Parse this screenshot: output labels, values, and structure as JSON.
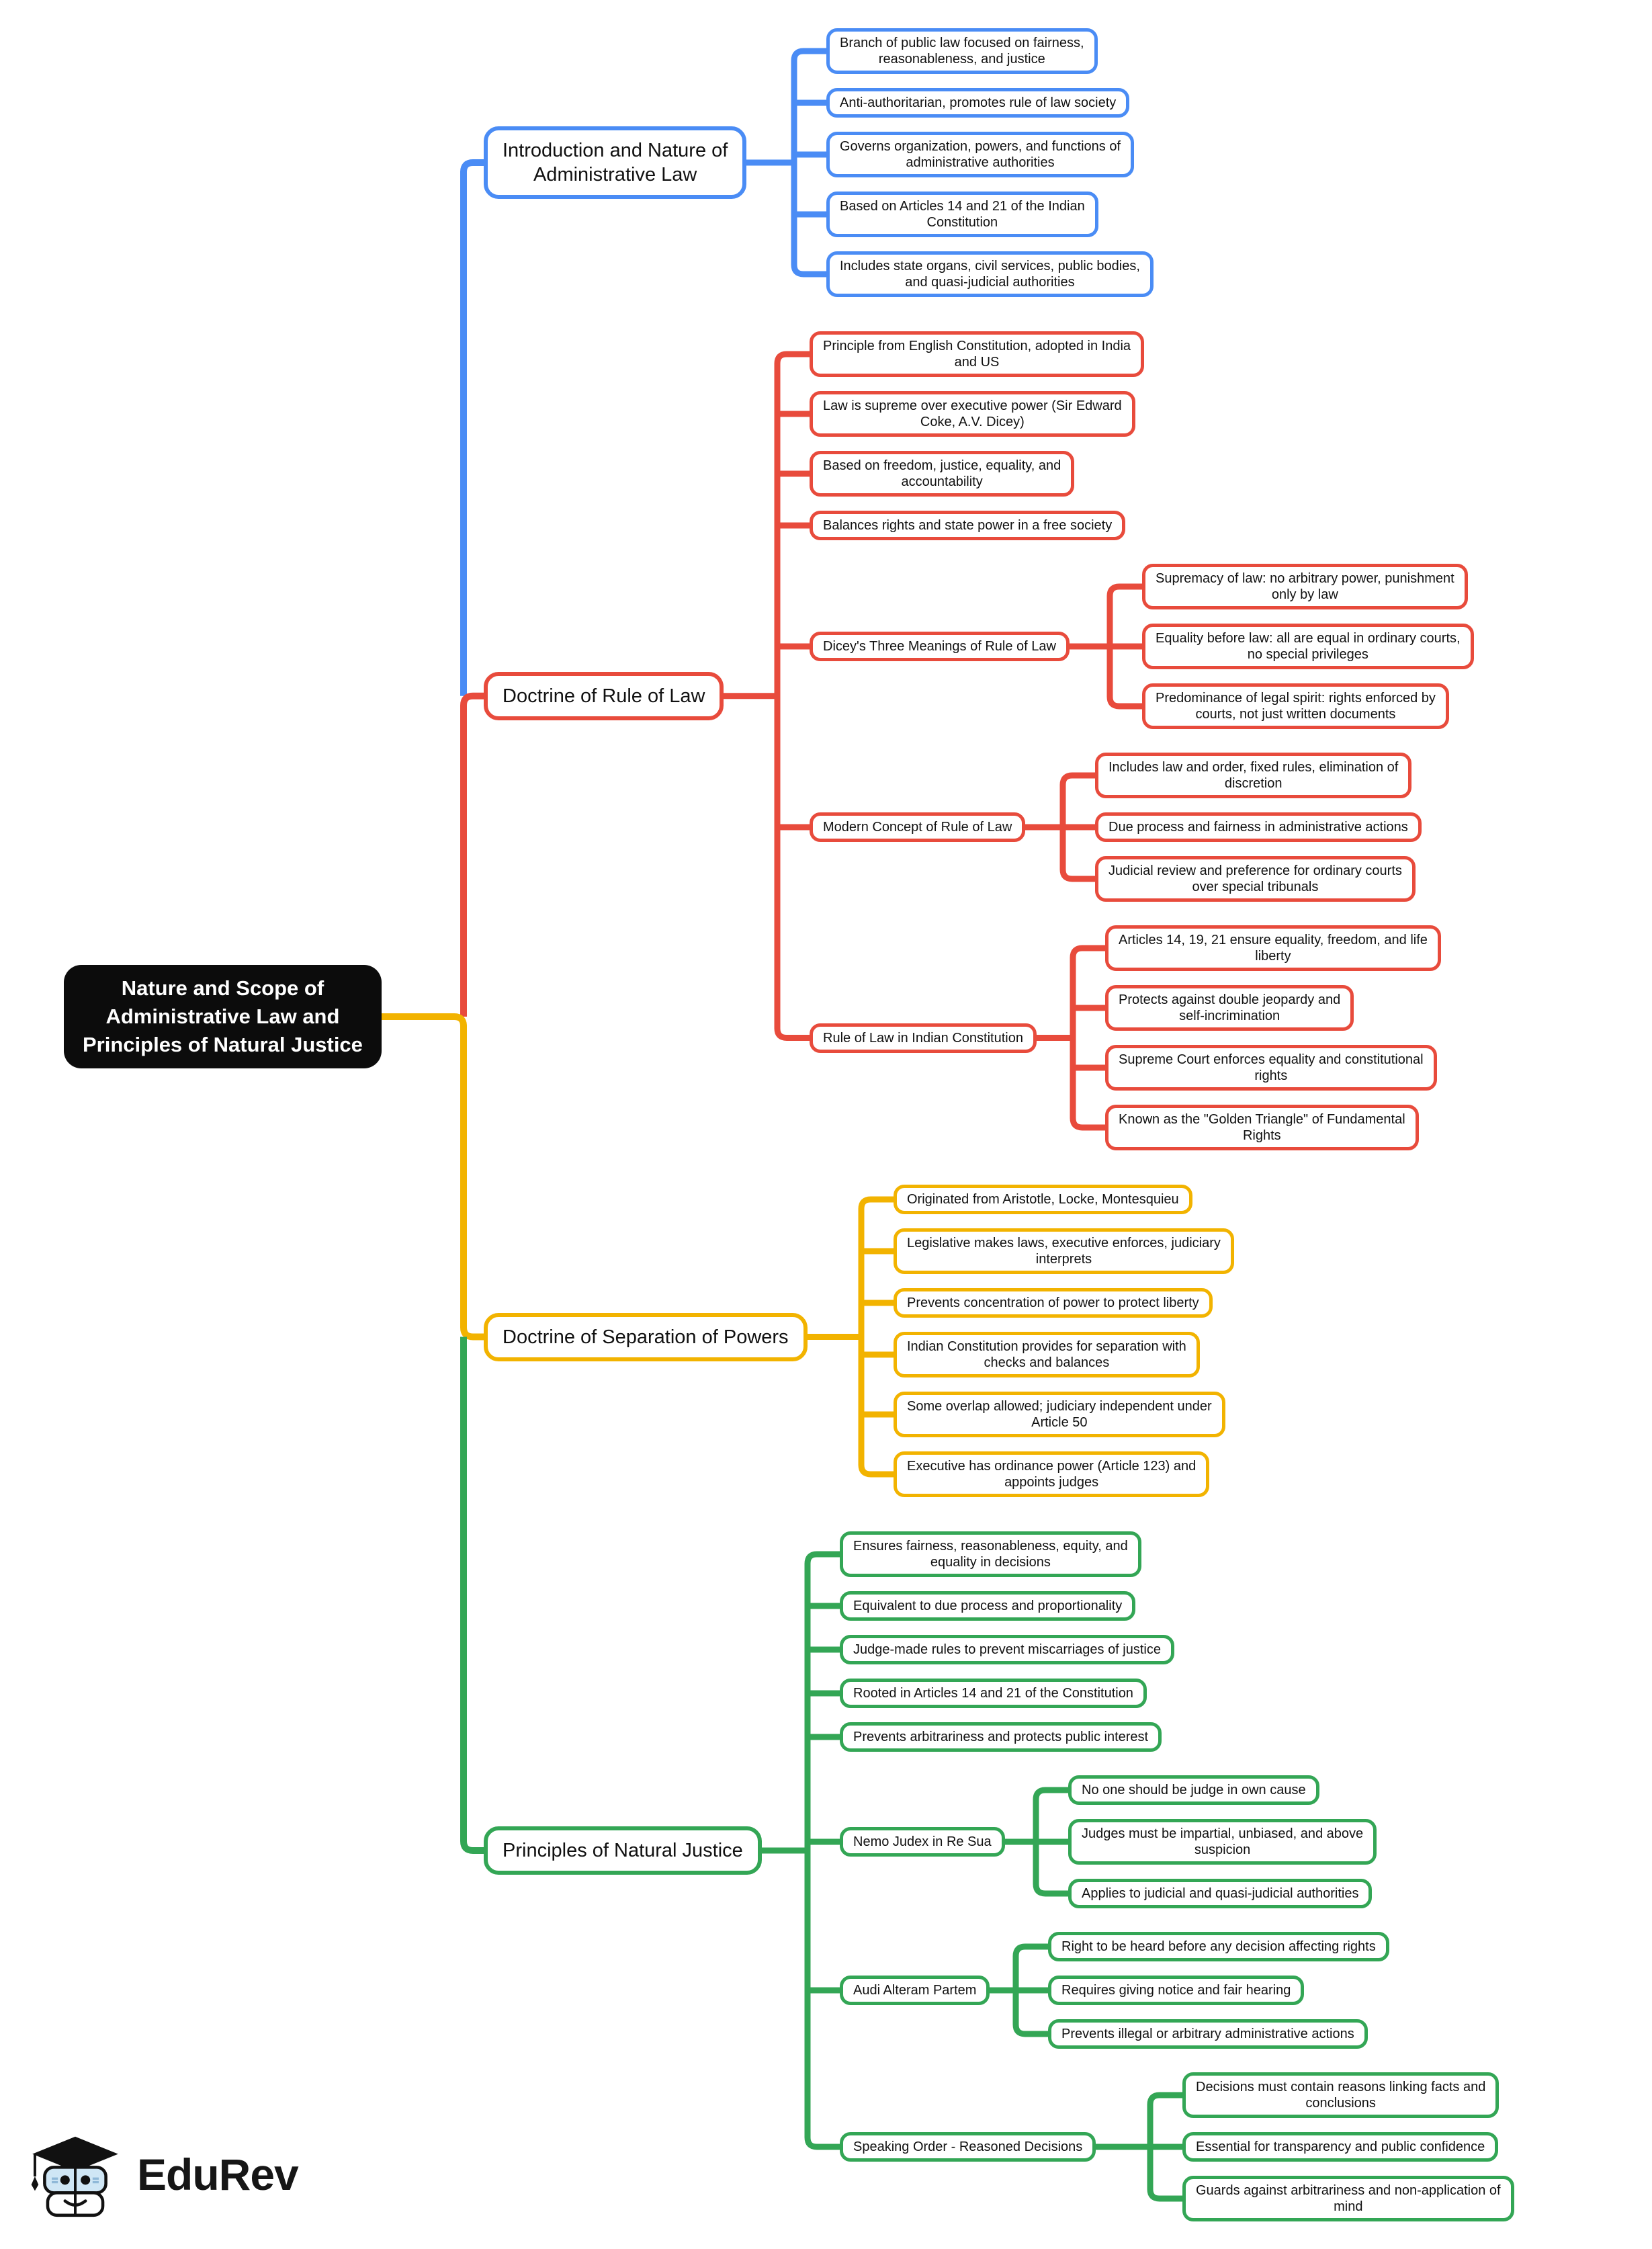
{
  "page": {
    "background": "#ffffff"
  },
  "logo": {
    "brand": "EduRev"
  },
  "mindmap": {
    "root": {
      "text": "Nature and Scope of\nAdministrative Law and\nPrinciples of Natural Justice",
      "bg": "#0c0c0c",
      "text_color": "#ffffff"
    },
    "branches": [
      {
        "label": "Introduction and Nature of\nAdministrative Law",
        "color": "#4a8cf5",
        "children": [
          {
            "text": "Branch of public law focused on fairness,\nreasonableness, and justice"
          },
          {
            "text": "Anti-authoritarian, promotes rule of law society"
          },
          {
            "text": "Governs organization, powers, and functions of\nadministrative authorities"
          },
          {
            "text": "Based on Articles 14 and 21 of the Indian\nConstitution"
          },
          {
            "text": "Includes state organs, civil services, public bodies,\nand quasi-judicial authorities"
          }
        ]
      },
      {
        "label": "Doctrine of Rule of Law",
        "color": "#e84b3c",
        "children": [
          {
            "text": "Principle from English Constitution, adopted in India\nand US"
          },
          {
            "text": "Law is supreme over executive power (Sir Edward\nCoke, A.V. Dicey)"
          },
          {
            "text": "Based on freedom, justice, equality, and\naccountability"
          },
          {
            "text": "Balances rights and state power in a free society"
          },
          {
            "text": "Dicey's Three Meanings of Rule of Law",
            "children": [
              {
                "text": "Supremacy of law: no arbitrary power, punishment\nonly by law"
              },
              {
                "text": "Equality before law: all are equal in ordinary courts,\nno special privileges"
              },
              {
                "text": "Predominance of legal spirit: rights enforced by\ncourts, not just written documents"
              }
            ]
          },
          {
            "text": "Modern Concept of Rule of Law",
            "children": [
              {
                "text": "Includes law and order, fixed rules, elimination of\ndiscretion"
              },
              {
                "text": "Due process and fairness in administrative actions"
              },
              {
                "text": "Judicial review and preference for ordinary courts\nover special tribunals"
              }
            ]
          },
          {
            "text": "Rule of Law in Indian Constitution",
            "children": [
              {
                "text": "Articles 14, 19, 21 ensure equality, freedom, and life\nliberty"
              },
              {
                "text": "Protects against double jeopardy and\nself-incrimination"
              },
              {
                "text": "Supreme Court enforces equality and constitutional\nrights"
              },
              {
                "text": "Known as the \"Golden Triangle\" of Fundamental\nRights"
              }
            ]
          }
        ]
      },
      {
        "label": "Doctrine of Separation of Powers",
        "color": "#f2b300",
        "children": [
          {
            "text": "Originated from Aristotle, Locke, Montesquieu"
          },
          {
            "text": "Legislative makes laws, executive enforces, judiciary\ninterprets"
          },
          {
            "text": "Prevents concentration of power to protect liberty"
          },
          {
            "text": "Indian Constitution provides for separation with\nchecks and balances"
          },
          {
            "text": "Some overlap allowed; judiciary independent under\nArticle 50"
          },
          {
            "text": "Executive has ordinance power (Article 123) and\nappoints judges"
          }
        ]
      },
      {
        "label": "Principles of Natural Justice",
        "color": "#33a655",
        "children": [
          {
            "text": "Ensures fairness, reasonableness, equity, and\nequality in decisions"
          },
          {
            "text": "Equivalent to due process and proportionality"
          },
          {
            "text": "Judge-made rules to prevent miscarriages of justice"
          },
          {
            "text": "Rooted in Articles 14 and 21 of the Constitution"
          },
          {
            "text": "Prevents arbitrariness and protects public interest"
          },
          {
            "text": "Nemo Judex in Re Sua",
            "children": [
              {
                "text": "No one should be judge in own cause"
              },
              {
                "text": "Judges must be impartial, unbiased, and above\nsuspicion"
              },
              {
                "text": "Applies to judicial and quasi-judicial authorities"
              }
            ]
          },
          {
            "text": "Audi Alteram Partem",
            "children": [
              {
                "text": "Right to be heard before any decision affecting rights"
              },
              {
                "text": "Requires giving notice and fair hearing"
              },
              {
                "text": "Prevents illegal or arbitrary administrative actions"
              }
            ]
          },
          {
            "text": "Speaking Order - Reasoned Decisions",
            "children": [
              {
                "text": "Decisions must contain reasons linking facts and\nconclusions"
              },
              {
                "text": "Essential for transparency and public confidence"
              },
              {
                "text": "Guards against arbitrariness and non-application of\nmind"
              }
            ]
          }
        ]
      }
    ]
  }
}
